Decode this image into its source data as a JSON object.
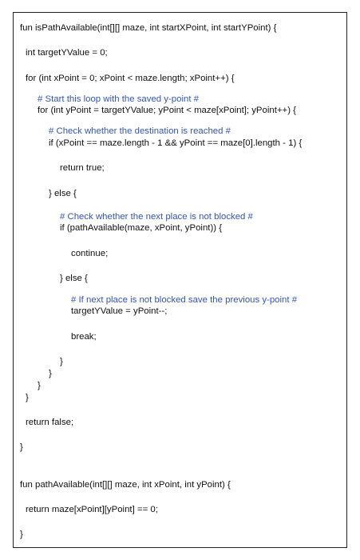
{
  "colors": {
    "code": "#111111",
    "comment": "#3355bb",
    "border": "#222222",
    "background": "#ffffff"
  },
  "lines": [
    {
      "text": "fun isPathAvailable(int[][] maze, int startXPoint, int startYPoint) {",
      "kind": "code"
    },
    {
      "text": "int targetYValue = 0;",
      "kind": "code"
    },
    {
      "text": "for (int xPoint = 0; xPoint < maze.length; xPoint++) {",
      "kind": "code"
    },
    {
      "text": "# Start this loop with the saved y-point #",
      "kind": "comment"
    },
    {
      "text": "for (int yPoint = targetYValue; yPoint < maze[xPoint]; yPoint++) {",
      "kind": "code"
    },
    {
      "text": "# Check whether the destination is reached #",
      "kind": "comment"
    },
    {
      "text": "if (xPoint == maze.length - 1 && yPoint == maze[0].length - 1) {",
      "kind": "code"
    },
    {
      "text": "return true;",
      "kind": "code"
    },
    {
      "text": "} else {",
      "kind": "code"
    },
    {
      "text": "# Check whether the next place is not blocked #",
      "kind": "comment"
    },
    {
      "text": "if (pathAvailable(maze, xPoint, yPoint)) {",
      "kind": "code"
    },
    {
      "text": "continue;",
      "kind": "code"
    },
    {
      "text": "} else {",
      "kind": "code"
    },
    {
      "text": "# If next place is not blocked save the previous y-point #",
      "kind": "comment"
    },
    {
      "text": "targetYValue = yPoint--;",
      "kind": "code"
    },
    {
      "text": "break;",
      "kind": "code"
    },
    {
      "text": "}",
      "kind": "code"
    },
    {
      "text": "}",
      "kind": "code"
    },
    {
      "text": "}",
      "kind": "code"
    },
    {
      "text": "}",
      "kind": "code"
    },
    {
      "text": "return false;",
      "kind": "code"
    },
    {
      "text": "}",
      "kind": "code"
    },
    {
      "text": "fun pathAvailable(int[][] maze, int xPoint, int yPoint) {",
      "kind": "code"
    },
    {
      "text": "return maze[xPoint][yPoint] == 0;",
      "kind": "code"
    },
    {
      "text": "}",
      "kind": "code"
    }
  ]
}
